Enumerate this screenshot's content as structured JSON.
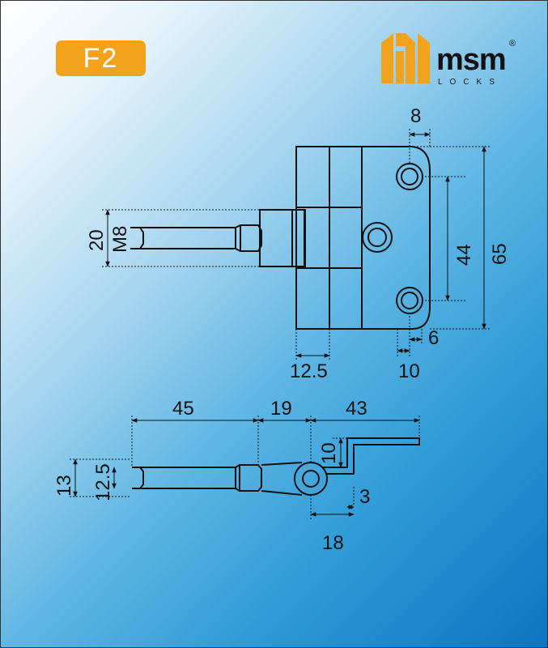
{
  "badge": {
    "label": "F2"
  },
  "brand": {
    "name": "msm",
    "sub": "LOCKS",
    "registered": "®",
    "color": "#f2a21b"
  },
  "front_view": {
    "dims": {
      "width_top": "8",
      "hole_spacing": "44",
      "height_total": "65",
      "pin_height": "20",
      "thread": "M8",
      "knuckle_width": "12.5",
      "offset_10": "10",
      "offset_6": "6"
    }
  },
  "side_view": {
    "dims": {
      "len_pin": "45",
      "len_mid": "19",
      "len_plate": "43",
      "rise": "10",
      "dia_13": "13",
      "dia_12_5": "12.5",
      "thickness": "3",
      "eye_18": "18"
    }
  }
}
